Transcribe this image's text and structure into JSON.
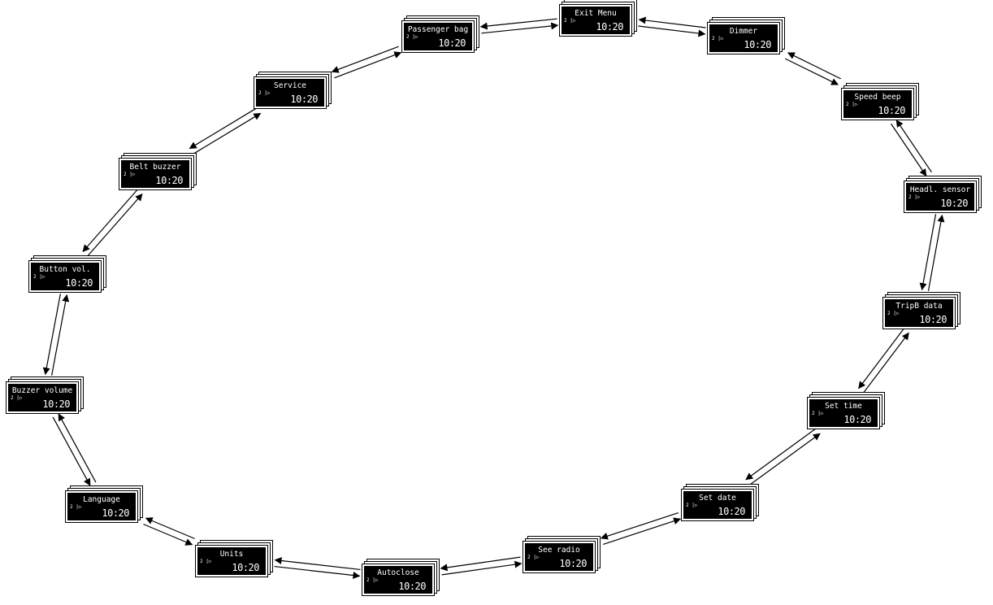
{
  "colors": {
    "screen_bg": "#000000",
    "screen_text": "#ffffff",
    "arrow": "#000000"
  },
  "menu_cycle": [
    {
      "label": "Exit Menu",
      "gear": "2 |▷",
      "time": "10:20"
    },
    {
      "label": "Dimmer",
      "gear": "2 |▷",
      "time": "10:20"
    },
    {
      "label": "Speed beep",
      "gear": "2 |▷",
      "time": "10:20"
    },
    {
      "label": "Headl. sensor",
      "gear": "2 |▷",
      "time": "10:20"
    },
    {
      "label": "TripB data",
      "gear": "2 |▷",
      "time": "10:20"
    },
    {
      "label": "Set time",
      "gear": "2 |▷",
      "time": "10:20"
    },
    {
      "label": "Set date",
      "gear": "2 |▷",
      "time": "10:20"
    },
    {
      "label": "See radio",
      "gear": "2 |▷",
      "time": "10:20"
    },
    {
      "label": "Autoclose",
      "gear": "2 |▷",
      "time": "10:20"
    },
    {
      "label": "Units",
      "gear": "2 |▷",
      "time": "10:20"
    },
    {
      "label": "Language",
      "gear": "2 |▷",
      "time": "10:20"
    },
    {
      "label": "Buzzer volume",
      "gear": "2 |▷",
      "time": "10:20"
    },
    {
      "label": "Button vol.",
      "gear": "2 |▷",
      "time": "10:20"
    },
    {
      "label": "Belt buzzer",
      "gear": "2 |▷",
      "time": "10:20"
    },
    {
      "label": "Service",
      "gear": "2 |▷",
      "time": "10:20"
    },
    {
      "label": "Passenger bag",
      "gear": "2 |▷",
      "time": "10:20"
    }
  ]
}
